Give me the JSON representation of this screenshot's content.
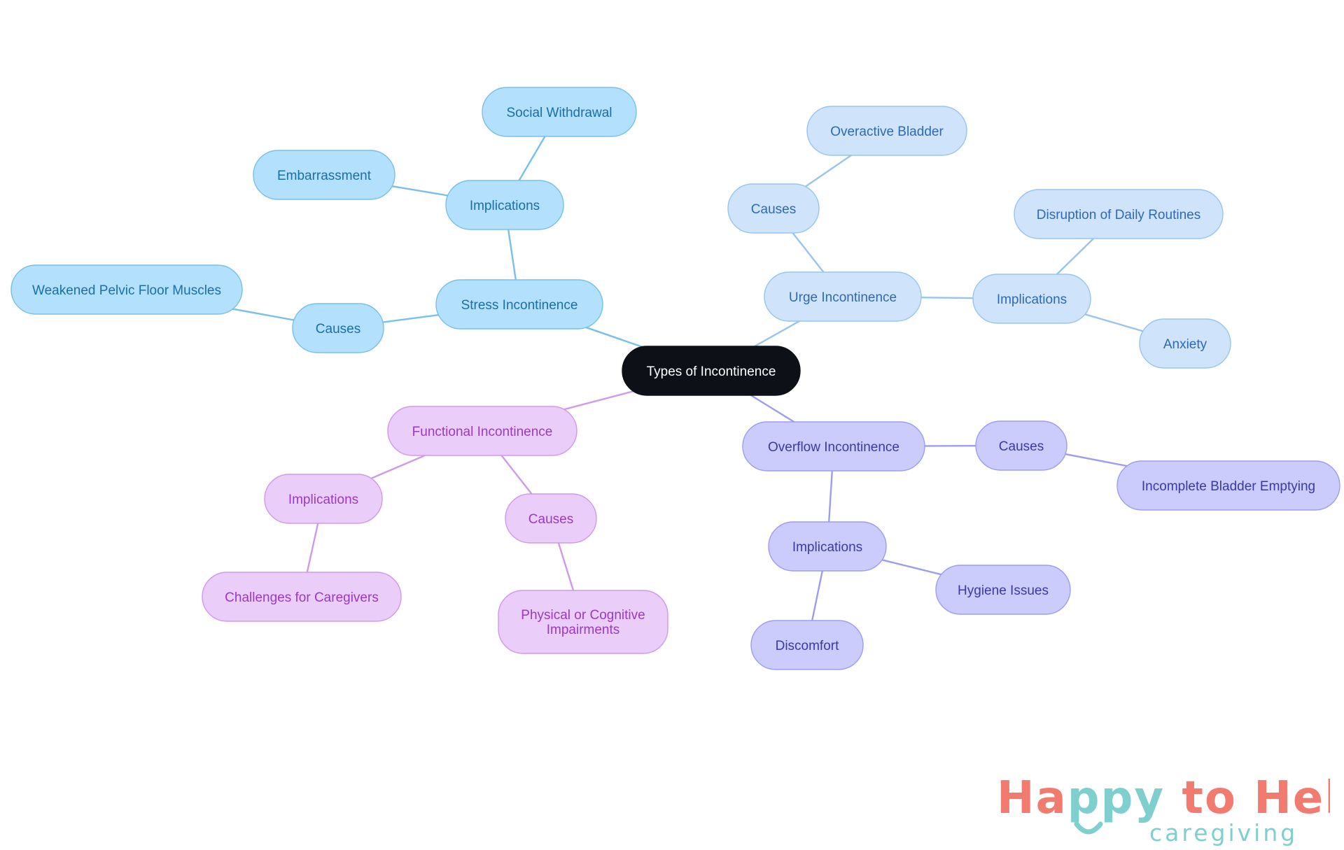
{
  "diagram": {
    "type": "mindmap",
    "root": "Types of Incontinence",
    "branches": [
      {
        "label": "Stress Incontinence",
        "children": [
          {
            "label": "Causes",
            "children": [
              "Weakened Pelvic Floor Muscles"
            ]
          },
          {
            "label": "Implications",
            "children": [
              "Embarrassment",
              "Social Withdrawal"
            ]
          }
        ]
      },
      {
        "label": "Urge Incontinence",
        "children": [
          {
            "label": "Causes",
            "children": [
              "Overactive Bladder"
            ]
          },
          {
            "label": "Implications",
            "children": [
              "Disruption of Daily Routines",
              "Anxiety"
            ]
          }
        ]
      },
      {
        "label": "Functional Incontinence",
        "children": [
          {
            "label": "Implications",
            "children": [
              "Challenges for Caregivers"
            ]
          },
          {
            "label": "Causes",
            "children": [
              "Physical or Cognitive Impairments"
            ]
          }
        ]
      },
      {
        "label": "Overflow Incontinence",
        "children": [
          {
            "label": "Causes",
            "children": [
              "Incomplete Bladder Emptying"
            ]
          },
          {
            "label": "Implications",
            "children": [
              "Hygiene Issues",
              "Discomfort"
            ]
          }
        ]
      }
    ]
  },
  "colors": {
    "root_fill": "#0d1117",
    "root_text": "#ffffff",
    "stress_fill": "#b3e0fc",
    "stress_stroke": "#78bfea",
    "stress_text": "#1a6fa6",
    "urge_fill": "#cfe4fb",
    "urge_stroke": "#98c4ef",
    "urge_text": "#2e69b4",
    "functional_fill": "#ebcdfa",
    "functional_stroke": "#cf9ae9",
    "functional_text": "#9a39c2",
    "overflow_fill": "#cbcbfc",
    "overflow_stroke": "#9d9df0",
    "overflow_text": "#3a3aa6",
    "logo_red": "#f27b6f",
    "logo_teal": "#7fcfcf"
  },
  "logo": {
    "title": "Happy to Help",
    "subtitle": "caregiving"
  }
}
